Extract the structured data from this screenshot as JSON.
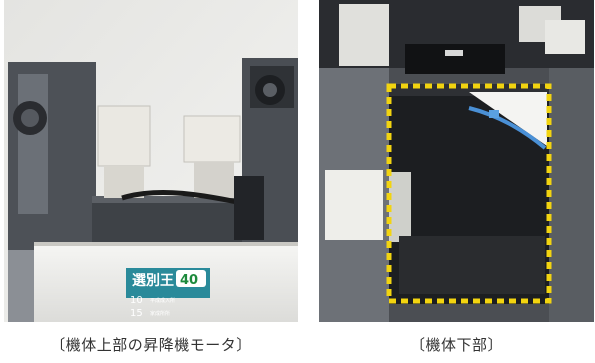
{
  "photos": [
    {
      "caption": "〔機体上部の昇降機モータ〕",
      "machine_label": {
        "brand": "選別王",
        "badge": "40",
        "line1_num": "10",
        "line1_text": "平成成入所",
        "line2_num": "15",
        "line2_text": "家成所所"
      }
    },
    {
      "caption": "〔機体下部〕",
      "highlight_color": "#f2d410"
    }
  ]
}
